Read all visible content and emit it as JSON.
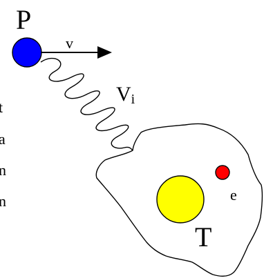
{
  "labels": {
    "projectile": "P",
    "velocity": "v",
    "interaction_main": "V",
    "interaction_sub": "i",
    "electron": "e",
    "target": "T"
  },
  "clipped_text": [
    "t",
    "a",
    "n",
    "n"
  ],
  "colors": {
    "projectile": "#0000ff",
    "nucleus": "#ffff00",
    "electron": "#ff0000",
    "stroke": "#000000",
    "background": "#ffffff"
  }
}
